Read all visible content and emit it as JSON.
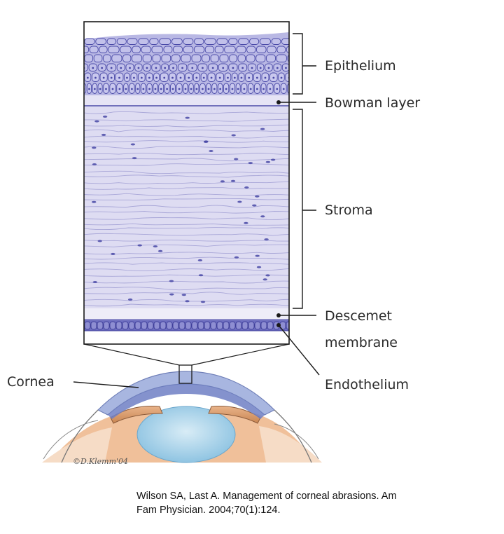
{
  "labels": {
    "epithelium": "Epithelium",
    "bowman": "Bowman layer",
    "stroma": "Stroma",
    "descemet_line1": "Descemet",
    "descemet_line2": "membrane",
    "endothelium": "Endothelium",
    "cornea": "Cornea"
  },
  "signature": "©D.Klemm'04",
  "citation": {
    "line1": "Wilson SA, Last A. Management of corneal abrasions. Am",
    "line2": "Fam Physician. 2004;70(1):124."
  },
  "colors": {
    "epithelium_fill": "#b9b8e4",
    "cell_stroke": "#4a4aa8",
    "stroma_fill": "#dedcf2",
    "fiber": "#a9a7d8",
    "nucleus": "#4848a6",
    "endothelium_fill": "#6d6dc0",
    "frame": "#1a1a1a"
  }
}
